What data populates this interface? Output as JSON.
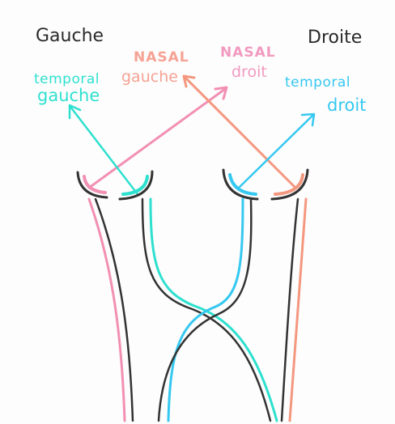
{
  "labels": {
    "gauche": "Gauche",
    "droite": "Droite",
    "temporal_gauche": {
      "line1": "temporal",
      "line2": "gauche"
    },
    "nasal_gauche": {
      "line1": "NASAL",
      "line2": "gauche"
    },
    "nasal_droit": {
      "line1": "NASAL",
      "line2": "droit"
    },
    "temporal_droit": {
      "line1": "temporal",
      "line2": "droit"
    }
  },
  "colors": {
    "temporal": "#2ee0cf",
    "temporal_right_ink": "#35c8f0",
    "nasal_left": "#f6a294",
    "nasal_right": "#f19ac0",
    "pink_fiber": "#f28fb3",
    "salmon_fiber": "#f4977f",
    "black_fiber": "#333333"
  }
}
